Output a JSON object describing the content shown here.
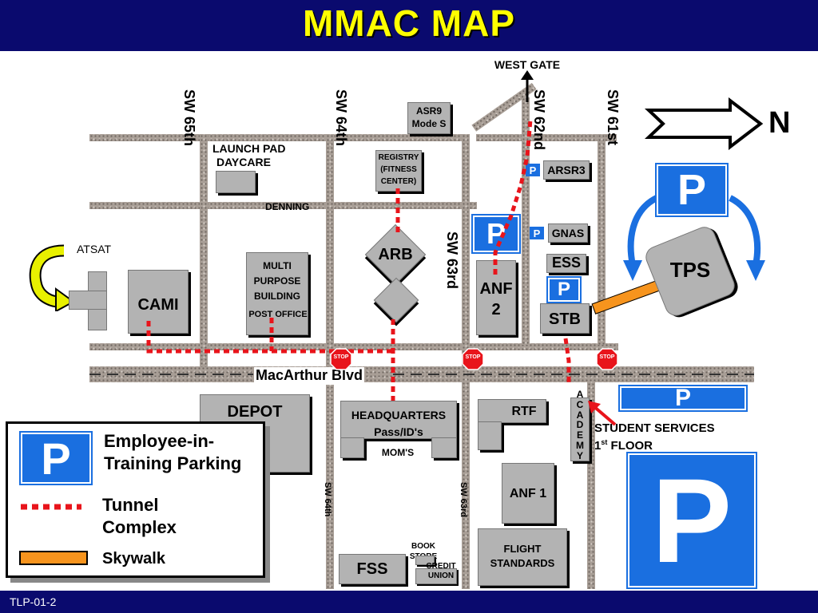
{
  "title": "MMAC MAP",
  "footer": "TLP-01-2",
  "gate": "WEST GATE",
  "north": "N",
  "streets": {
    "sw65": "SW 65th",
    "sw64": "SW 64th",
    "sw62": "SW 62nd",
    "sw61": "SW 61st",
    "sw63": "SW 63rd",
    "sw64_lower": "SW 64th",
    "sw63_lower": "SW 63rd",
    "macarthur": "MacArthur Blvd",
    "denning": "DENNING"
  },
  "buildings": {
    "asr9": [
      "ASR9",
      "Mode S"
    ],
    "launch_pad": "LAUNCH PAD",
    "daycare": "DAYCARE",
    "registry": [
      "REGISTRY",
      "(FITNESS",
      "CENTER)"
    ],
    "arsr3": "ARSR3",
    "gnas": "GNAS",
    "ess": "ESS",
    "arb": "ARB",
    "anf2": [
      "ANF",
      "2"
    ],
    "stb": "STB",
    "tps": "TPS",
    "atsat": "ATSAT",
    "cami": "CAMI",
    "multi": [
      "MULTI",
      "PURPOSE",
      "BUILDING"
    ],
    "post_office": "POST OFFICE",
    "depot": "DEPOT",
    "hq": [
      "HEADQUARTERS",
      "Pass/ID's"
    ],
    "moms": "MOM'S",
    "rtf": "RTF",
    "academy": [
      "A",
      "C",
      "A",
      "D",
      "E",
      "M",
      "Y"
    ],
    "student_services": "STUDENT SERVICES",
    "floor_prefix": "1",
    "floor_sup": "st",
    "floor_word": " FLOOR",
    "anf1": "ANF 1",
    "flight": [
      "FLIGHT",
      "STANDARDS"
    ],
    "fss": "FSS",
    "bookstore": [
      "BOOK",
      "STORE"
    ],
    "credit_union": [
      "CREDIT",
      "UNION"
    ]
  },
  "parking_letter": "P",
  "stop_text": "STOP",
  "legend": {
    "parking": [
      "Employee-in-",
      "Training Parking"
    ],
    "tunnel": [
      "Tunnel",
      "Complex"
    ],
    "skywalk": "Skywalk"
  },
  "colors": {
    "header": "#0a0a6e",
    "title": "#ffff00",
    "parking_blue": "#1a6fe0",
    "tunnel_red": "#e8141b",
    "skywalk_orange": "#f7941d",
    "road": "#a89e96",
    "building_gray": "#b3b3b3"
  }
}
